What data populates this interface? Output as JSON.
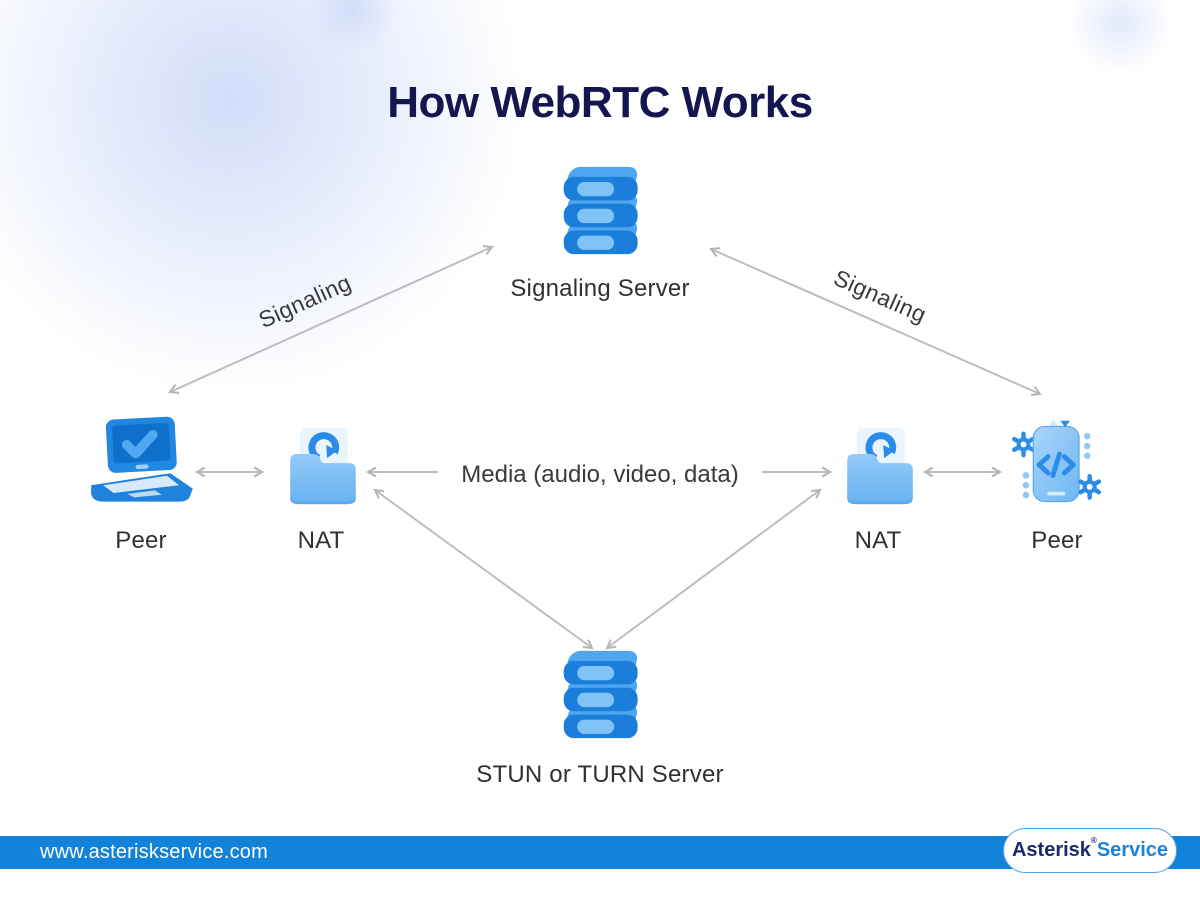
{
  "title": "How WebRTC Works",
  "nodes": {
    "signaling_server": {
      "label": "Signaling Server",
      "icon": "database-icon"
    },
    "stun_turn_server": {
      "label": "STUN or TURN Server",
      "icon": "database-icon"
    },
    "peer_left": {
      "label": "Peer",
      "icon": "laptop-check-icon"
    },
    "nat_left": {
      "label": "NAT",
      "icon": "media-folder-icon"
    },
    "nat_right": {
      "label": "NAT",
      "icon": "media-folder-icon"
    },
    "peer_right": {
      "label": "Peer",
      "icon": "code-phone-icon"
    }
  },
  "edges": {
    "signaling_left_label": "Signaling",
    "signaling_right_label": "Signaling",
    "media_label": "Media (audio, video, data)"
  },
  "footer": {
    "website": "www.asteriskservice.com",
    "logo": {
      "part1": "Asterisk",
      "registered": "®",
      "part2": "Service"
    }
  },
  "colors": {
    "title_navy": "#15164f",
    "label_gray": "#313131",
    "arrow_gray": "#b8b8b8",
    "footer_bar_blue": "#1283d9",
    "logo_navy": "#1b2a6b",
    "logo_blue": "#1b84d8",
    "icon_blue_dark": "#1b7edb",
    "icon_blue_mid": "#2b8de9",
    "icon_blue_light": "#4ea6f0",
    "icon_blue_pale": "#8fc8f8"
  }
}
